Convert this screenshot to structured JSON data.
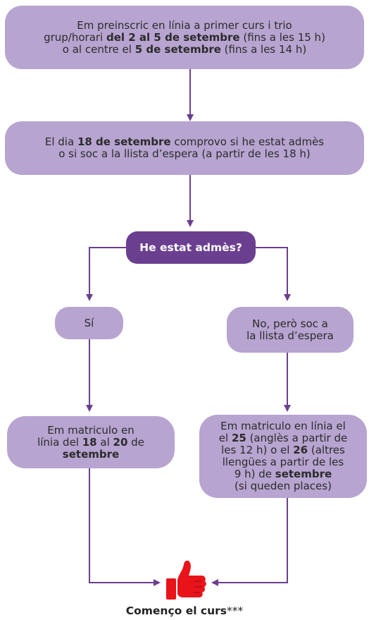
{
  "colors": {
    "node_fill": "#b7a4d0",
    "decision_fill": "#6b3f8f",
    "connector": "#6b3f8f",
    "thumb": "#e8141a"
  },
  "steps": {
    "preinscription": {
      "line1": "Em preinscric en línia a primer curs i trio",
      "line2_pre": "grup/horari ",
      "line2_bold": "del 2 al 5 de setembre",
      "line2_post": " (fins a les 15 h)",
      "line3_pre": "o al centre el ",
      "line3_bold": "5 de setembre",
      "line3_post": " (fins a les 14 h)"
    },
    "check": {
      "line1_pre": "El dia ",
      "line1_bold": "18 de setembre",
      "line1_post": " comprovo si he estat admès",
      "line2": "o si soc a la llista d’espera (a partir de les 18 h)"
    },
    "question": "He estat admès?",
    "yes": "Sí",
    "no_line1": "No, però soc a",
    "no_line2": "la llista d’espera",
    "enroll_yes": {
      "line1": "Em matriculo en",
      "line2_pre": "línia del ",
      "line2_b1": "18",
      "line2_mid": " al ",
      "line2_b2": "20",
      "line2_post": " de",
      "line3_bold": "setembre"
    },
    "enroll_no": {
      "line1": "Em matriculo en línia el",
      "line2_pre": "el ",
      "line2_bold": "25",
      "line2_post": " (anglès a partir de",
      "line3_pre": "les 12 h) o el ",
      "line3_bold": "26",
      "line3_post": " (altres",
      "line4": "llengües a partir de les",
      "line5_pre": "9 h) de ",
      "line5_bold": "setembre",
      "line6": "(si queden places)"
    }
  },
  "end": {
    "icon": "thumbs-up-icon",
    "caption_bold": "Començo el curs",
    "caption_rest": "***"
  }
}
